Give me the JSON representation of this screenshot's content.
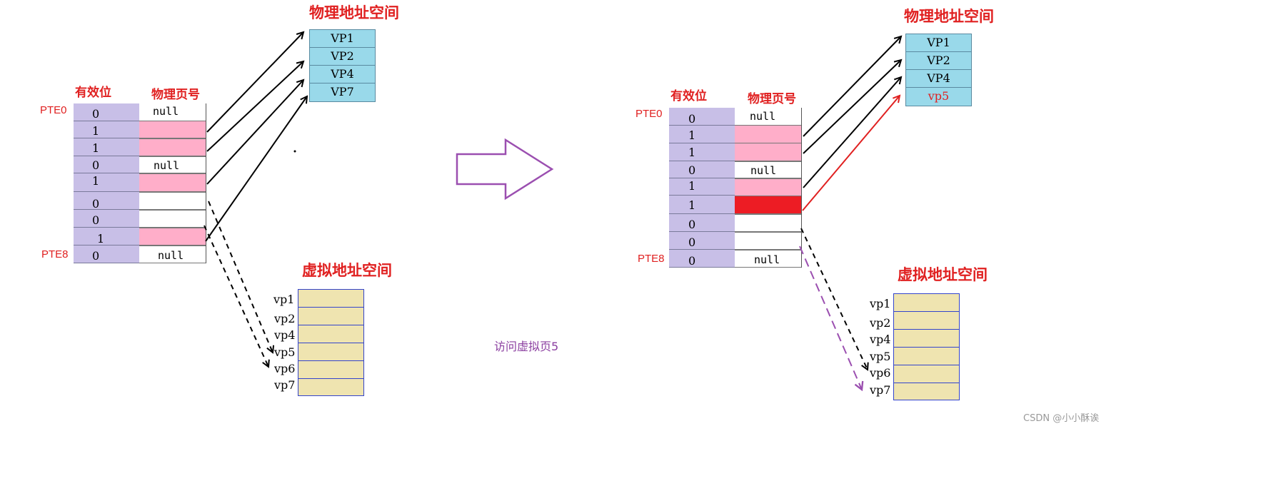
{
  "left": {
    "phys_title": "物理地址空间",
    "valid_header": "有效位",
    "pfn_header": "物理页号",
    "pte_first": "PTE0",
    "pte_last": "PTE8",
    "valid_bits": [
      "0",
      "1",
      "1",
      "0",
      "1",
      "0",
      "0",
      "1",
      "0"
    ],
    "pfn_text": [
      "null",
      "",
      "",
      "null",
      "",
      "",
      "",
      "",
      "null"
    ],
    "phys_pages": [
      "VP1",
      "VP2",
      "VP4",
      "VP7"
    ],
    "virt_title": "虚拟地址空间",
    "virt_pages": [
      "vp1",
      "vp2",
      "vp4",
      "vp5",
      "vp6",
      "vp7"
    ]
  },
  "middle_note": "访问虚拟页5",
  "right": {
    "phys_title": "物理地址空间",
    "valid_header": "有效位",
    "pfn_header": "物理页号",
    "pte_first": "PTE0",
    "pte_last": "PTE8",
    "valid_bits": [
      "0",
      "1",
      "1",
      "0",
      "1",
      "1",
      "0",
      "0",
      "0"
    ],
    "pfn_text": [
      "null",
      "",
      "",
      "null",
      "",
      "",
      "",
      "",
      "null"
    ],
    "phys_pages": [
      "VP1",
      "VP2",
      "VP4",
      "vp5"
    ],
    "virt_title": "虚拟地址空间",
    "virt_pages": [
      "vp1",
      "vp2",
      "vp4",
      "vp5",
      "vp6",
      "vp7"
    ]
  },
  "watermark": "CSDN @小小酥诶",
  "colors": {
    "valid_bg": "#c8bfe7",
    "pfn_pink": "#ffaec9",
    "pfn_red": "#ed1c24",
    "phys_bg": "#99d9ea",
    "virt_bg": "#efe4b0",
    "title_red": "#e02020",
    "arrow_purple": "#9b4fb0"
  }
}
